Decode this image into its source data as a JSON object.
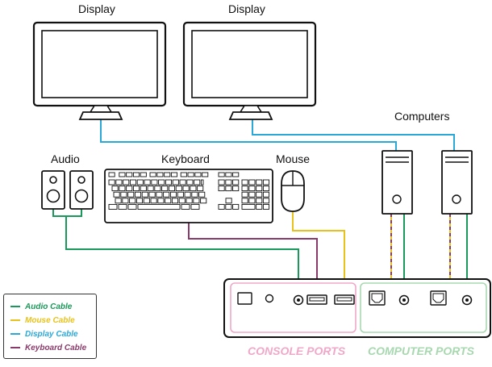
{
  "labels": {
    "display_left": "Display",
    "display_right": "Display",
    "computers": "Computers",
    "audio": "Audio",
    "keyboard": "Keyboard",
    "mouse": "Mouse",
    "console_ports": "CONSOLE PORTS",
    "computer_ports": "COMPUTER PORTS"
  },
  "legend": [
    {
      "label": "Audio Cable",
      "color": "#1a9a5a"
    },
    {
      "label": "Mouse Cable",
      "color": "#e8c21a"
    },
    {
      "label": "Display Cable",
      "color": "#2aa8d8"
    },
    {
      "label": "Keyboard Cable",
      "color": "#8a3a6a"
    }
  ],
  "colors": {
    "console_ports": "#f0a8c8",
    "computer_ports": "#a8d8b0",
    "audio": "#1a9a5a",
    "mouse": "#e8c21a",
    "display": "#2aa8d8",
    "keyboard": "#8a3a6a"
  }
}
